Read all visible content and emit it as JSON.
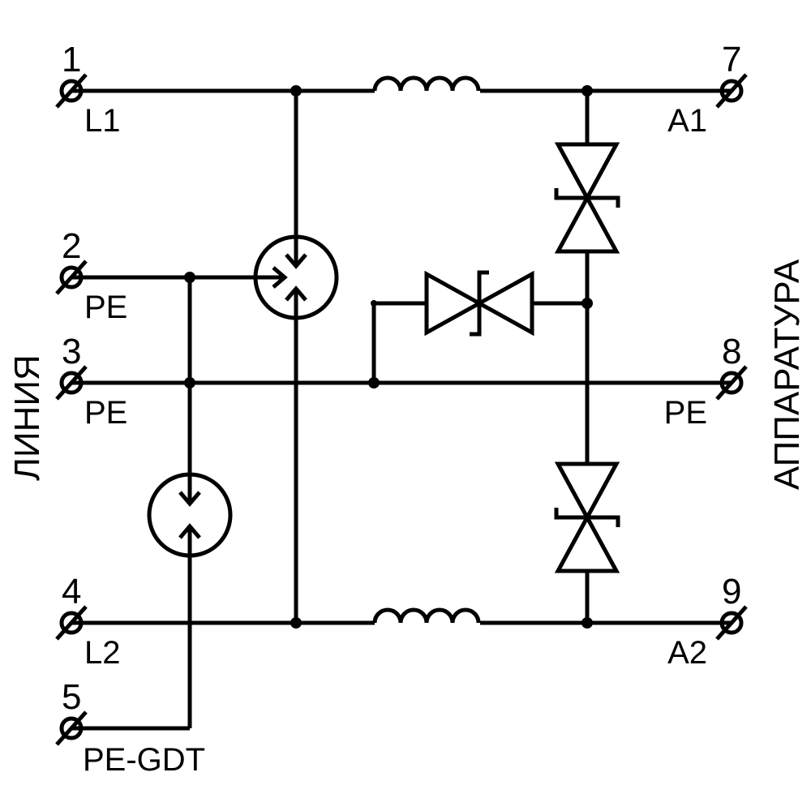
{
  "colors": {
    "line": "#000000",
    "background": "#ffffff"
  },
  "terminals": [
    {
      "number": "1",
      "label": "L1"
    },
    {
      "number": "2",
      "label": "PE"
    },
    {
      "number": "3",
      "label": "PE"
    },
    {
      "number": "4",
      "label": "L2"
    },
    {
      "number": "5",
      "label": "PE-GDT"
    },
    {
      "number": "7",
      "label": "A1"
    },
    {
      "number": "8",
      "label": "PE"
    },
    {
      "number": "9",
      "label": "A2"
    }
  ],
  "sides": {
    "left": "ЛИНИЯ",
    "right": "АППАРАТУРА"
  },
  "components": {
    "gas_discharge_tubes": [
      "three-electrode-gdt",
      "two-electrode-gdt"
    ],
    "inductors": [
      "inductor-l1",
      "inductor-l2"
    ],
    "tvs_diodes": [
      "tvs-a1",
      "tvs-pe",
      "tvs-a2"
    ]
  }
}
